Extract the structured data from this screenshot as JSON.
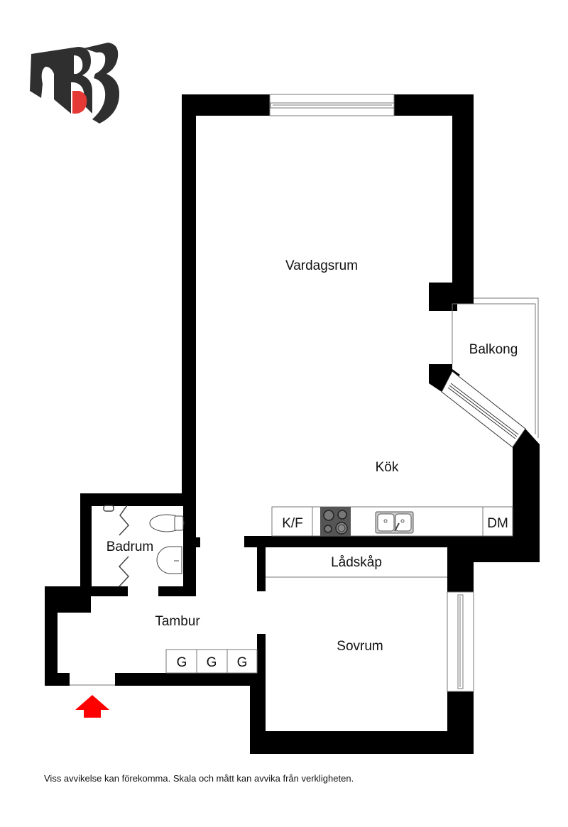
{
  "logo": {
    "letters": "RBD",
    "accent_color": "#e53935",
    "dark_color": "#2f2f2f"
  },
  "rooms": {
    "vardagsrum": "Vardagsrum",
    "balkong": "Balkong",
    "kok": "Kök",
    "badrum": "Badrum",
    "tambur": "Tambur",
    "ladskap": "Lådskåp",
    "sovrum": "Sovrum"
  },
  "fixtures": {
    "fridge_freezer": "K/F",
    "dishwasher": "DM",
    "wardrobes": [
      "G",
      "G",
      "G"
    ],
    "stove": "stove-icon",
    "sink": "sink-icon",
    "toilet": "toilet-icon",
    "washbasin": "washbasin-icon",
    "shower": "shower-icon"
  },
  "entrance": {
    "marker": "arrow-up",
    "color": "#ff0000"
  },
  "colors": {
    "wall": "#000000",
    "line": "#777777",
    "stove": "#555555"
  },
  "disclaimer": "Viss avvikelse kan förekomma. Skala och mått kan avvika från verkligheten."
}
